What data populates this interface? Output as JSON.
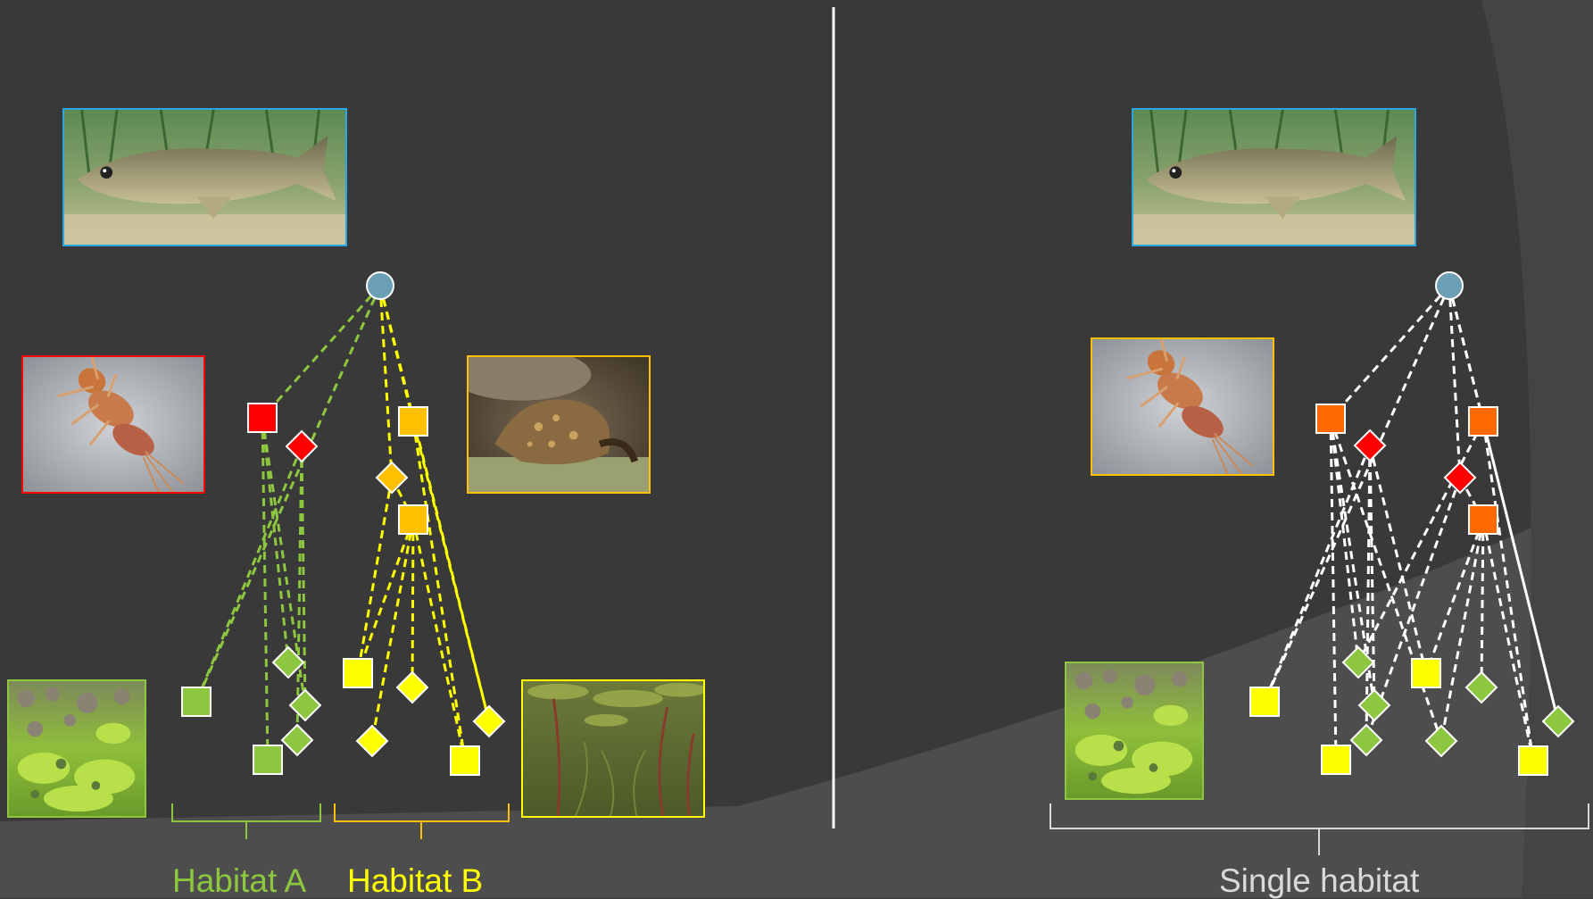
{
  "labels": {
    "habitat_a": "Habitat A",
    "habitat_b": "Habitat B",
    "single_habitat": "Single habitat"
  },
  "colors": {
    "background": "#393939",
    "background_lower": "#4d4d4d",
    "habitat_a": "#8dc63f",
    "habitat_b": "#ffff00",
    "single": "#d9d9d9",
    "divider": "#ffffff",
    "predator_node": "#6a9fb5",
    "red_node": "#ff0000",
    "orange_node": "#ffc000",
    "dark_orange_node": "#ff6a00",
    "green_node": "#8dc63f",
    "yellow_node": "#ffff00",
    "link_green": "#8dc63f",
    "link_yellow": "#ffff00",
    "link_white": "#ffffff"
  },
  "images": {
    "left": [
      {
        "subject": "barbel-fish",
        "border": "#29a8e0"
      },
      {
        "subject": "mayfly-nymph",
        "border": "#ff0000"
      },
      {
        "subject": "snail",
        "border": "#ffc000"
      },
      {
        "subject": "algae-stones",
        "border": "#8dc63f"
      },
      {
        "subject": "aquatic-plants",
        "border": "#ffff00"
      }
    ],
    "right": [
      {
        "subject": "barbel-fish",
        "border": "#29a8e0"
      },
      {
        "subject": "mayfly-nymph",
        "border": "#ffc000"
      },
      {
        "subject": "algae-stones",
        "border": "#8dc63f"
      }
    ]
  }
}
